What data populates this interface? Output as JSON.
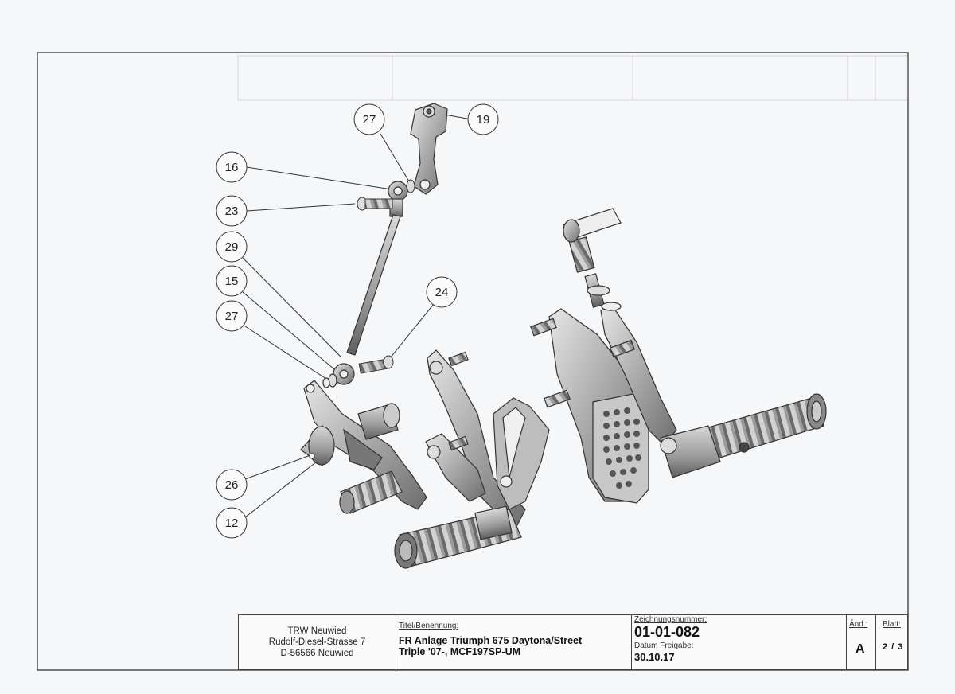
{
  "callouts": [
    {
      "num": "27"
    },
    {
      "num": "19"
    },
    {
      "num": "16"
    },
    {
      "num": "23"
    },
    {
      "num": "29"
    },
    {
      "num": "15"
    },
    {
      "num": "27"
    },
    {
      "num": "24"
    },
    {
      "num": "26"
    },
    {
      "num": "12"
    }
  ],
  "title_block": {
    "address": [
      "TRW Neuwied",
      "Rudolf-Diesel-Strasse 7",
      "D-56566 Neuwied"
    ],
    "title_label": "Titel/Benennung:",
    "title_line1": "FR Anlage Triumph 675 Daytona/Street",
    "title_line2": "Triple '07-, MCF197SP-UM",
    "drawing_number_label": "Zeichnungsnummer:",
    "drawing_number": "01-01-082",
    "release_date_label": "Datum Freigabe:",
    "release_date": "30.10.17",
    "revision_label": "Änd.:",
    "revision": "A",
    "sheet_label": "Blatt:",
    "sheet": "2 / 3"
  }
}
